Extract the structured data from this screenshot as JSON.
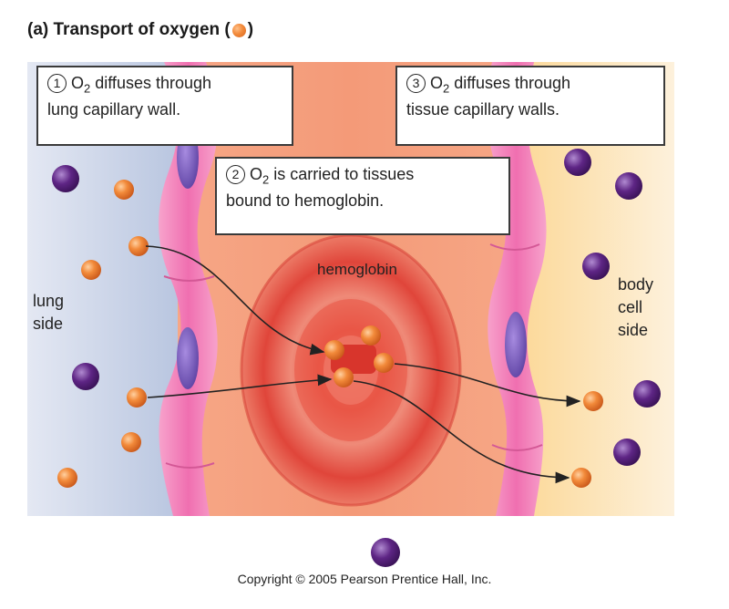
{
  "title": {
    "prefix": "(a)  Transport of oxygen  (",
    "suffix": ")"
  },
  "boxes": {
    "step1": {
      "number": "1",
      "line1_before": " O",
      "line1_sub": "2",
      "line1_after": " diffuses through",
      "line2": "lung capillary wall."
    },
    "step2": {
      "number": "2",
      "line1_before": " O",
      "line1_sub": "2",
      "line1_after": " is carried to tissues",
      "line2": "bound to hemoglobin."
    },
    "step3": {
      "number": "3",
      "line1_before": " O",
      "line1_sub": "2",
      "line1_after": " diffuses through",
      "line2": "tissue capillary walls."
    }
  },
  "labels": {
    "lung_side": [
      "lung",
      "side"
    ],
    "body_side": [
      "body",
      "cell",
      "side"
    ],
    "hemoglobin": "hemoglobin"
  },
  "copyright": "Copyright © 2005 Pearson Prentice Hall, Inc.",
  "colors": {
    "oxygen": "#f28a3a",
    "other_molecule": "#5a1f7a",
    "capillary_wall": "#f07ab7",
    "nucleus": "#7a5fc0",
    "blood": "#f4a07e",
    "red_blood_cell": "#e0433a",
    "lung_bg": "#c8d2e6",
    "body_bg": "#fde7b8"
  }
}
